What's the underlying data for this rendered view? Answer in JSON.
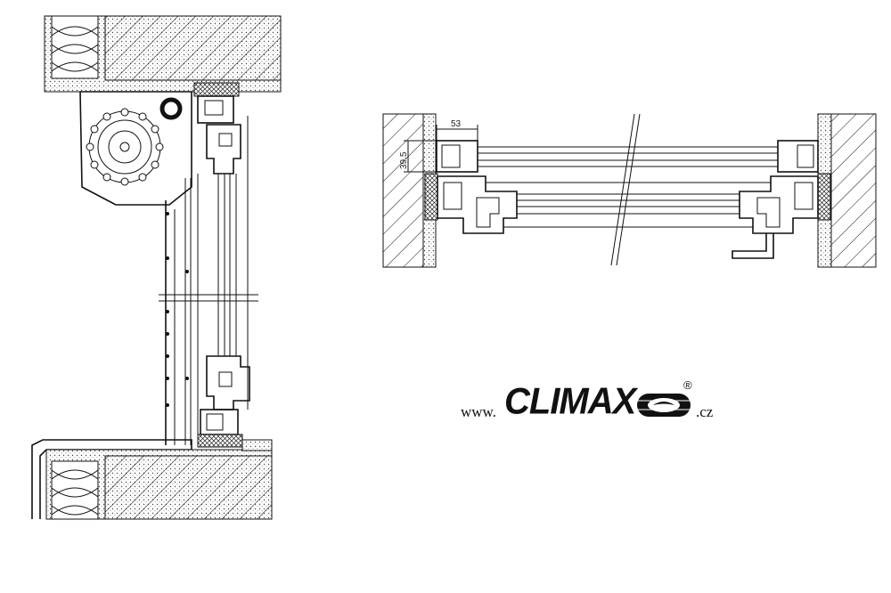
{
  "diagram": {
    "dimensions": {
      "width_label": "53",
      "height_label": "39.5"
    }
  },
  "logo": {
    "prefix": "www.",
    "brand": "CLIMAX",
    "registered": "®",
    "suffix": ".cz"
  }
}
